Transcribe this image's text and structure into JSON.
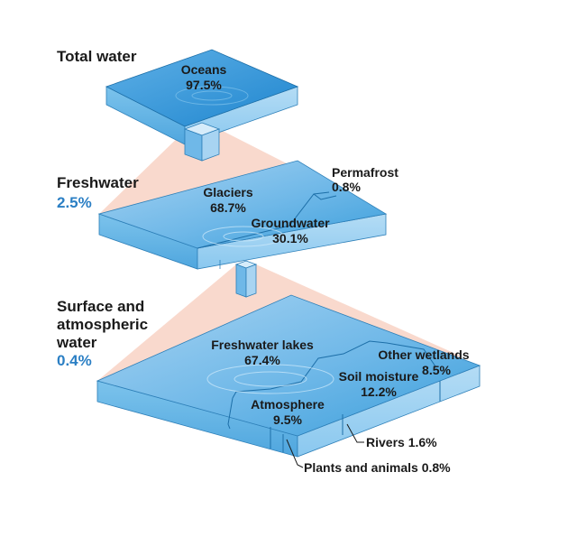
{
  "colors": {
    "top_face": "#3a9edb",
    "top_face_light": "#a8d4f2",
    "side_face": "#64b4e6",
    "connector": "#f8d2c4",
    "accent_percent": "#2b7fc4",
    "text": "#1a1a1a"
  },
  "total": {
    "title": "Total water",
    "oceans_name": "Oceans",
    "oceans_pct": "97.5%"
  },
  "freshwater": {
    "title": "Freshwater",
    "pct": "2.5%",
    "glaciers_name": "Glaciers",
    "glaciers_pct": "68.7%",
    "groundwater_name": "Groundwater",
    "groundwater_pct": "30.1%",
    "permafrost_name": "Permafrost",
    "permafrost_pct": "0.8%"
  },
  "surface": {
    "title_line1": "Surface and",
    "title_line2": "atmospheric",
    "title_line3": "water",
    "pct": "0.4%",
    "lakes_name": "Freshwater lakes",
    "lakes_pct": "67.4%",
    "wetlands_name": "Other wetlands",
    "wetlands_pct": "8.5%",
    "soil_name": "Soil moisture",
    "soil_pct": "12.2%",
    "atmosphere_name": "Atmosphere",
    "atmosphere_pct": "9.5%",
    "rivers_label": "Rivers 1.6%",
    "plants_label": "Plants and animals 0.8%"
  }
}
